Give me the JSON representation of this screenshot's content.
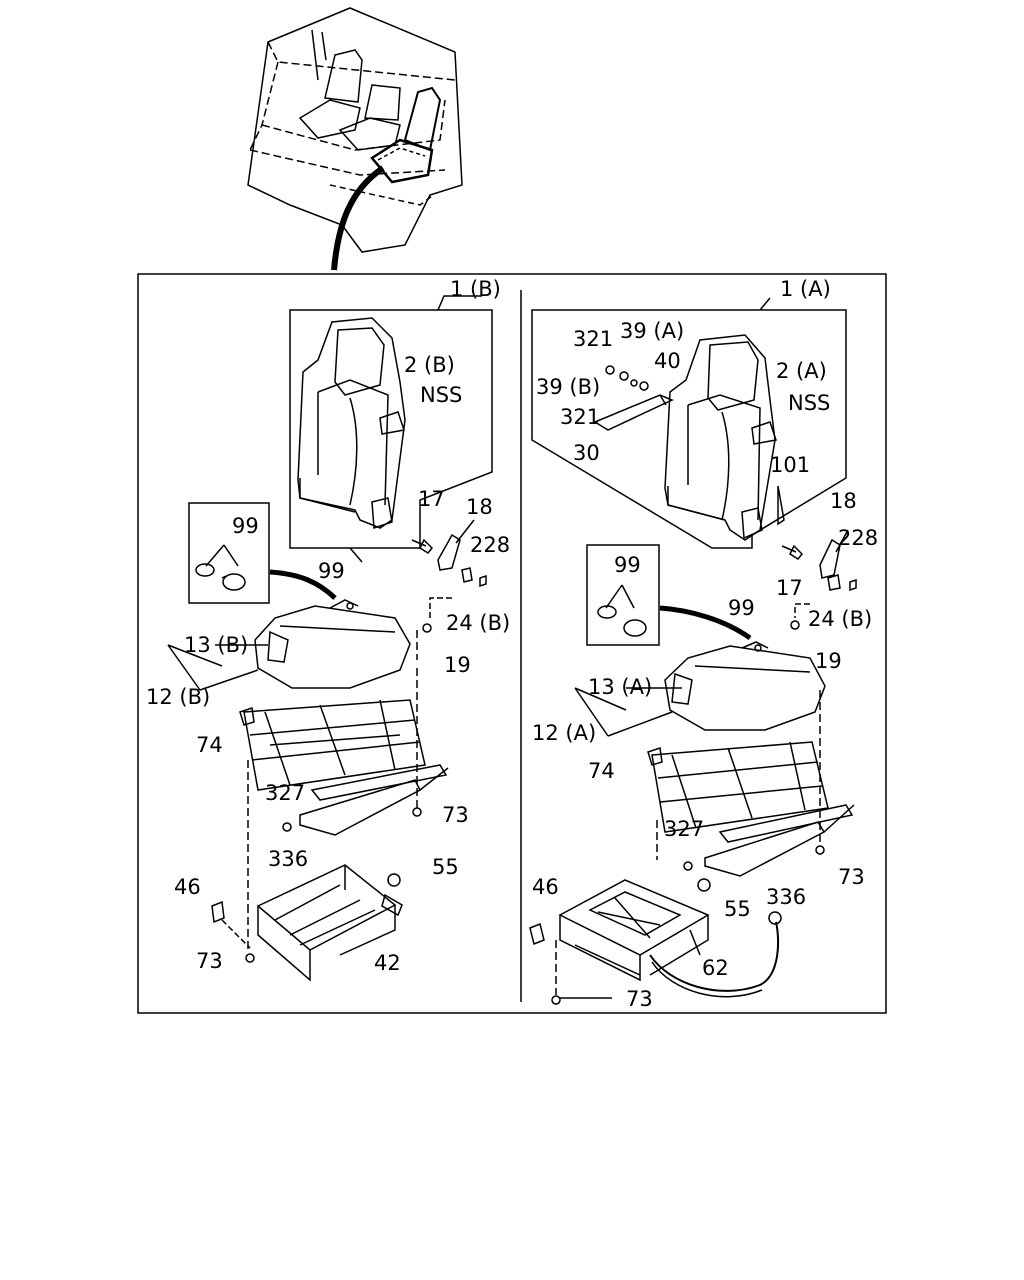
{
  "diagram": {
    "callouts_b": {
      "assy": "1 (B)",
      "back": "2 (B)",
      "nss": "NSS",
      "c17": "17",
      "c18": "18",
      "c228": "228",
      "c24": "24 (B)",
      "c19": "19",
      "c99a": "99",
      "c99b": "99",
      "c13": "13 (B)",
      "c12": "12 (B)",
      "c74": "74",
      "c327": "327",
      "c73a": "73",
      "c336": "336",
      "c55": "55",
      "c46": "46",
      "c73b": "73",
      "c42": "42"
    },
    "callouts_a": {
      "assy": "1 (A)",
      "c321a": "321",
      "c39a": "39 (A)",
      "c40": "40",
      "c39b": "39 (B)",
      "c321b": "321",
      "c30": "30",
      "back": "2 (A)",
      "nss": "NSS",
      "c101": "101",
      "c18": "18",
      "c228": "228",
      "c17": "17",
      "c24": "24 (B)",
      "c19": "19",
      "c99a": "99",
      "c99b": "99",
      "c13": "13 (A)",
      "c12": "12 (A)",
      "c74": "74",
      "c327": "327",
      "c73a": "73",
      "c336": "336",
      "c46": "46",
      "c55": "55",
      "c62": "62",
      "c73b": "73"
    }
  }
}
